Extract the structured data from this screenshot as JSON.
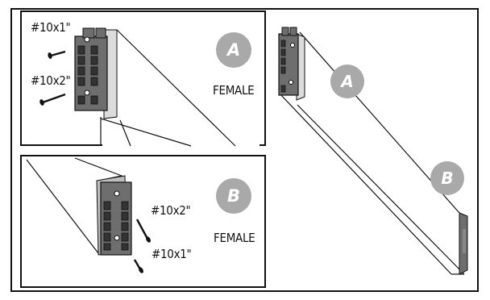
{
  "panel_a": {
    "screw_top_label": "#10x1\"",
    "screw_bottom_label": "#10x2\"",
    "badge": "A",
    "gender_label": "FEMALE"
  },
  "panel_b": {
    "screw_top_label": "#10x2\"",
    "screw_bottom_label": "#10x1\"",
    "badge": "B",
    "gender_label": "FEMALE"
  },
  "assembly": {
    "badge_a": "A",
    "badge_b": "B"
  },
  "colors": {
    "badge_fill": "#a9a9a9",
    "connector_fill": "#6e6e6e",
    "connector_light": "#bdbdbd",
    "outline": "#111111"
  }
}
